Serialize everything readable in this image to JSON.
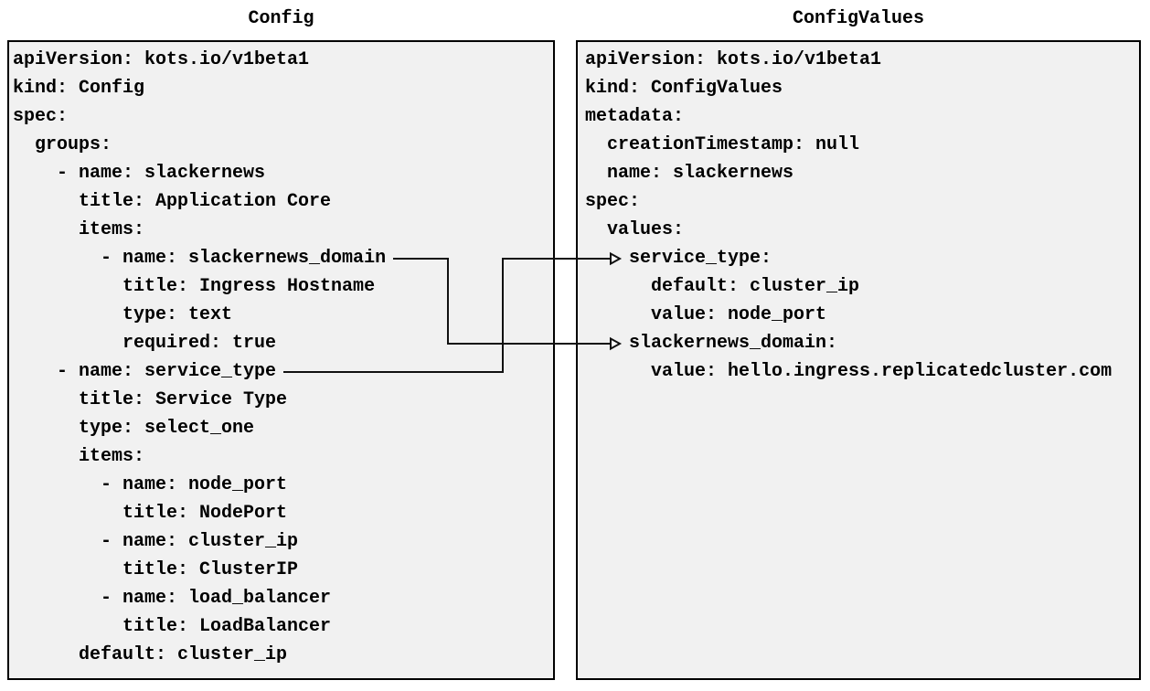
{
  "colors": {
    "page_bg": "#ffffff",
    "panel_bg": "#f1f1f1",
    "panel_border": "#000000",
    "text": "#000000",
    "arrow": "#111111"
  },
  "panels": [
    {
      "id": "config",
      "title": "Config",
      "lines": [
        "apiVersion: kots.io/v1beta1",
        "kind: Config",
        "spec:",
        "  groups:",
        "    - name: slackernews",
        "      title: Application Core",
        "      items:",
        "        - name: slackernews_domain",
        "          title: Ingress Hostname",
        "          type: text",
        "          required: true",
        "    - name: service_type",
        "      title: Service Type",
        "      type: select_one",
        "      items:",
        "        - name: node_port",
        "          title: NodePort",
        "        - name: cluster_ip",
        "          title: ClusterIP",
        "        - name: load_balancer",
        "          title: LoadBalancer",
        "      default: cluster_ip"
      ]
    },
    {
      "id": "configvalues",
      "title": "ConfigValues",
      "lines": [
        "apiVersion: kots.io/v1beta1",
        "kind: ConfigValues",
        "metadata:",
        "  creationTimestamp: null",
        "  name: slackernews",
        "spec:",
        "  values:",
        "    service_type:",
        "      default: cluster_ip",
        "      value: node_port",
        "    slackernews_domain:",
        "      value: hello.ingress.replicatedcluster.com"
      ]
    }
  ],
  "connections": [
    {
      "from": "Config item name: slackernews_domain",
      "to": "ConfigValues key: slackernews_domain"
    },
    {
      "from": "Config item name: service_type",
      "to": "ConfigValues key: service_type"
    }
  ]
}
